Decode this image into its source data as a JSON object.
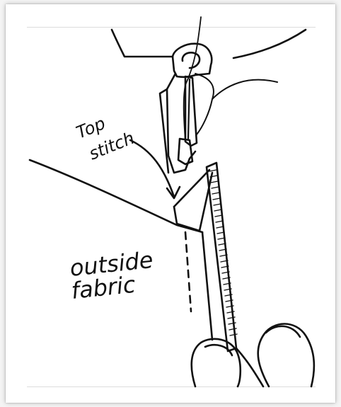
{
  "annotations": {
    "topstitch_line1": "Top",
    "topstitch_line2": "stitch",
    "outside_line1": "outside",
    "outside_line2": "fabric"
  },
  "colors": {
    "ink": "#111111",
    "paper": "#ffffff",
    "background": "#f4f4f4"
  }
}
